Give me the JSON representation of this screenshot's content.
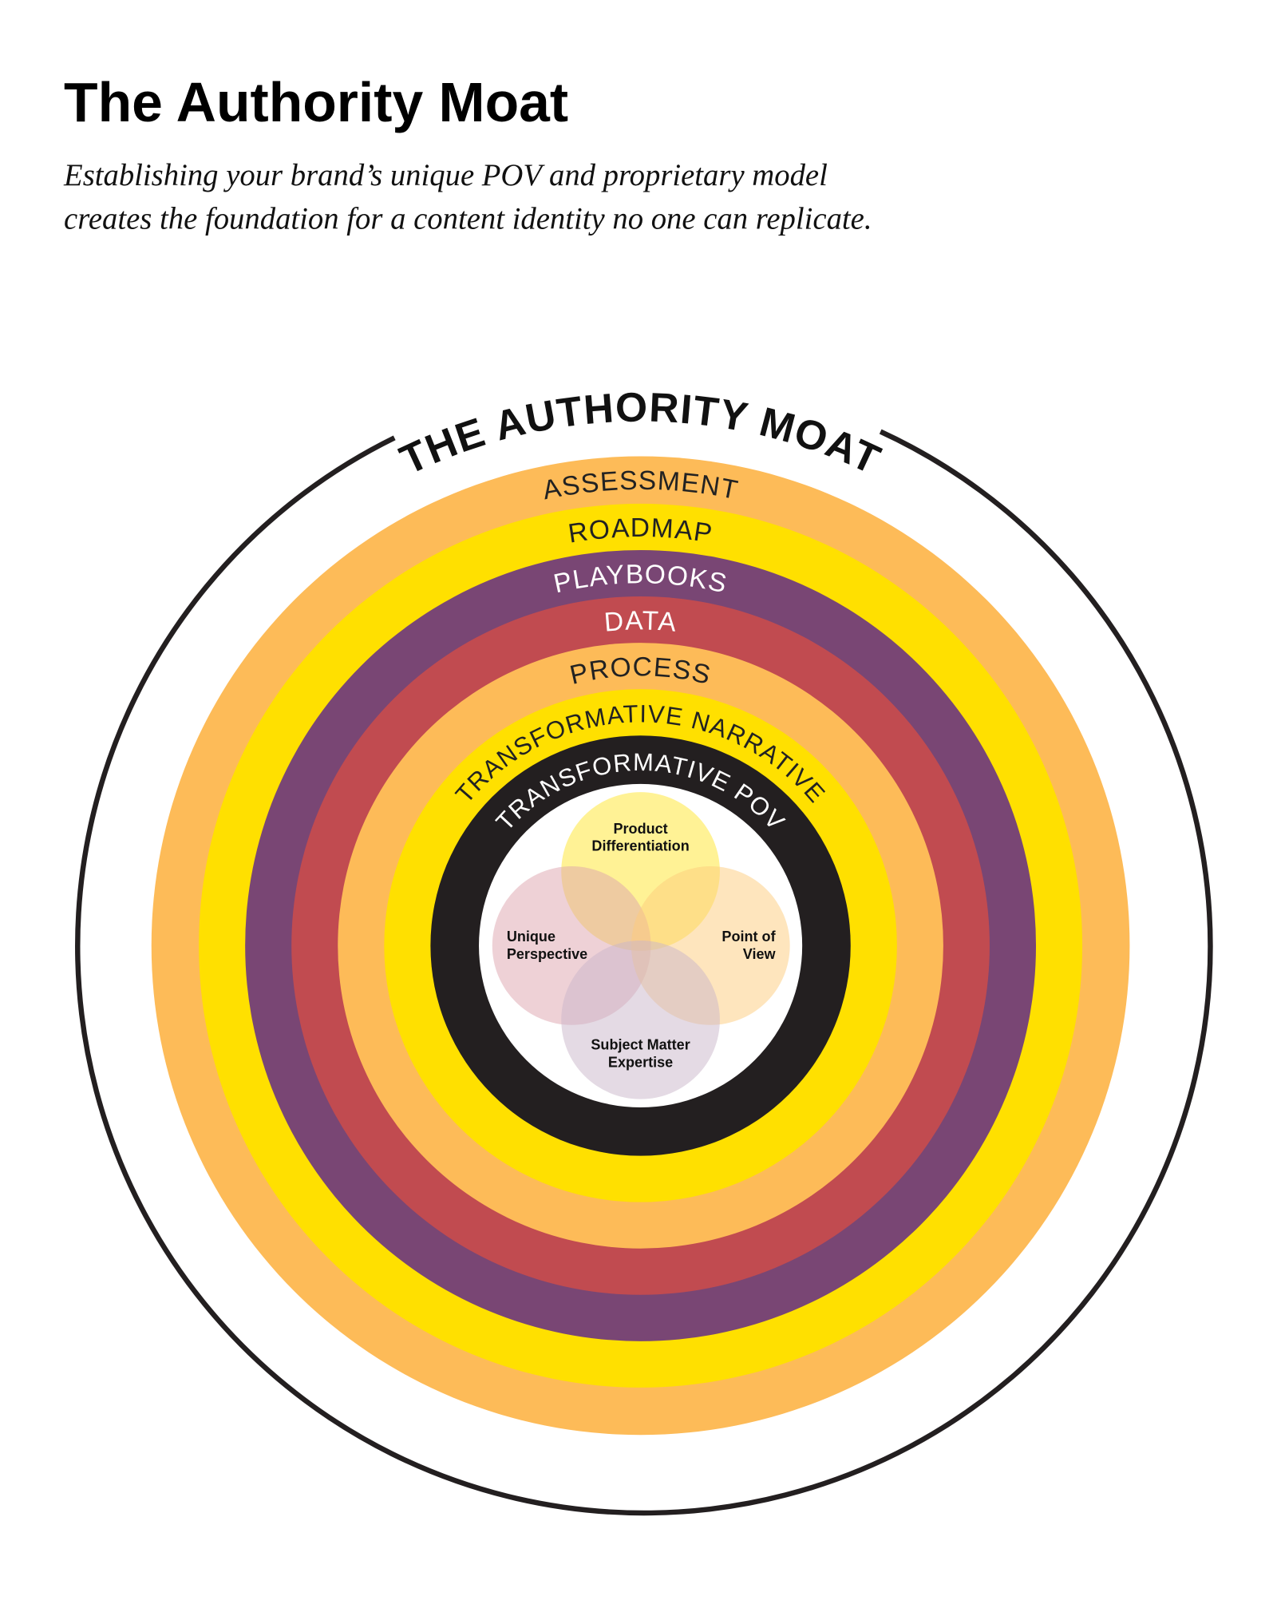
{
  "header": {
    "title": "The Authority Moat",
    "subtitle_line1": "Establishing your brand’s unique POV and proprietary model",
    "subtitle_line2": "creates the foundation for a content identity no one can replicate."
  },
  "diagram": {
    "moat_label": "THE AUTHORITY MOAT",
    "rings": [
      {
        "label": "ASSESSMENT",
        "color": "#FDBB58",
        "text_color": "#222222"
      },
      {
        "label": "ROADMAP",
        "color": "#FFE000",
        "text_color": "#222222"
      },
      {
        "label": "PLAYBOOKS",
        "color": "#794674",
        "text_color": "#FFFFFF"
      },
      {
        "label": "DATA",
        "color": "#C14B50",
        "text_color": "#FFFFFF"
      },
      {
        "label": "PROCESS",
        "color": "#FDBB58",
        "text_color": "#222222"
      },
      {
        "label": "TRANSFORMATIVE NARRATIVE",
        "color": "#FFE000",
        "text_color": "#222222"
      },
      {
        "label": "TRANSFORMATIVE POV",
        "color": "#231F20",
        "text_color": "#FFFFFF"
      }
    ],
    "venn": [
      {
        "line1": "Product",
        "line2": "Differentiation",
        "color": "#FFE94F"
      },
      {
        "line1": "Unique",
        "line2": "Perspective",
        "color": "#DDA3AE"
      },
      {
        "line1": "Point of",
        "line2": "View",
        "color": "#FDCB7C"
      },
      {
        "line1": "Subject Matter",
        "line2": "Expertise",
        "color": "#C9B6CA"
      }
    ]
  }
}
